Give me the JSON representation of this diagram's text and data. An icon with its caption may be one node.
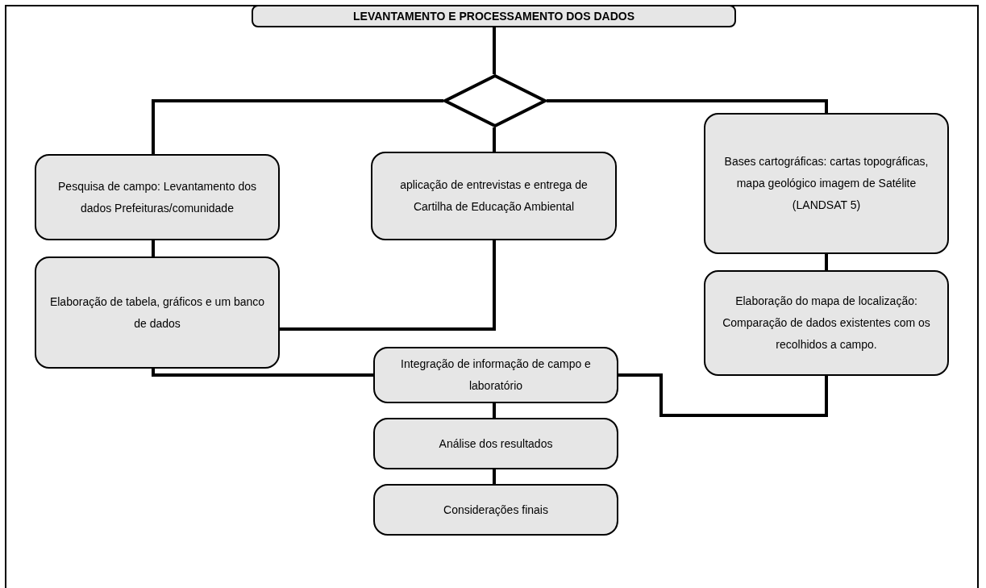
{
  "diagram": {
    "nodes": [
      {
        "text": [
          "LEVANTAMENTO E PROCESSAMENTO DOS DADOS"
        ]
      },
      {
        "text": [],
        "shape": "diamond"
      },
      {
        "text": [
          "Pesquisa de campo: Levantamento dos dados Prefeituras/comunidade"
        ]
      },
      {
        "text": [
          "Elaboração de tabela, gráficos e um banco de dados"
        ]
      },
      {
        "text": [
          "aplicação de entrevistas e entrega de Cartilha de Educação Ambiental"
        ]
      },
      {
        "text": [
          "Bases cartográficas: cartas topográficas, mapa geológico imagem de Satélite (LANDSAT 5)"
        ]
      },
      {
        "text": [
          "Elaboração do mapa de localização: Comparação de dados existentes com os recolhidos a campo."
        ]
      },
      {
        "text": [
          "Integração de informação de campo e laboratório"
        ]
      },
      {
        "text": [
          "Análise dos resultados"
        ]
      },
      {
        "text": [
          "Considerações finais"
        ]
      }
    ],
    "edges": [
      {
        "from": 0,
        "to": 1,
        "arrow": "none"
      },
      {
        "from": 1,
        "to": 2,
        "arrow": "none"
      },
      {
        "from": 1,
        "to": 4,
        "arrow": "none"
      },
      {
        "from": 1,
        "to": 5,
        "arrow": "none"
      },
      {
        "from": 2,
        "to": 3,
        "arrow": "none"
      },
      {
        "from": 5,
        "to": 6,
        "arrow": "none"
      },
      {
        "from": 4,
        "to": 3,
        "arrow": "none"
      },
      {
        "from": 3,
        "to": 7,
        "arrow": "none"
      },
      {
        "from": 6,
        "to": 7,
        "arrow": "none"
      },
      {
        "from": 7,
        "to": 8,
        "arrow": "none"
      },
      {
        "from": 8,
        "to": 9,
        "arrow": "none"
      }
    ]
  }
}
